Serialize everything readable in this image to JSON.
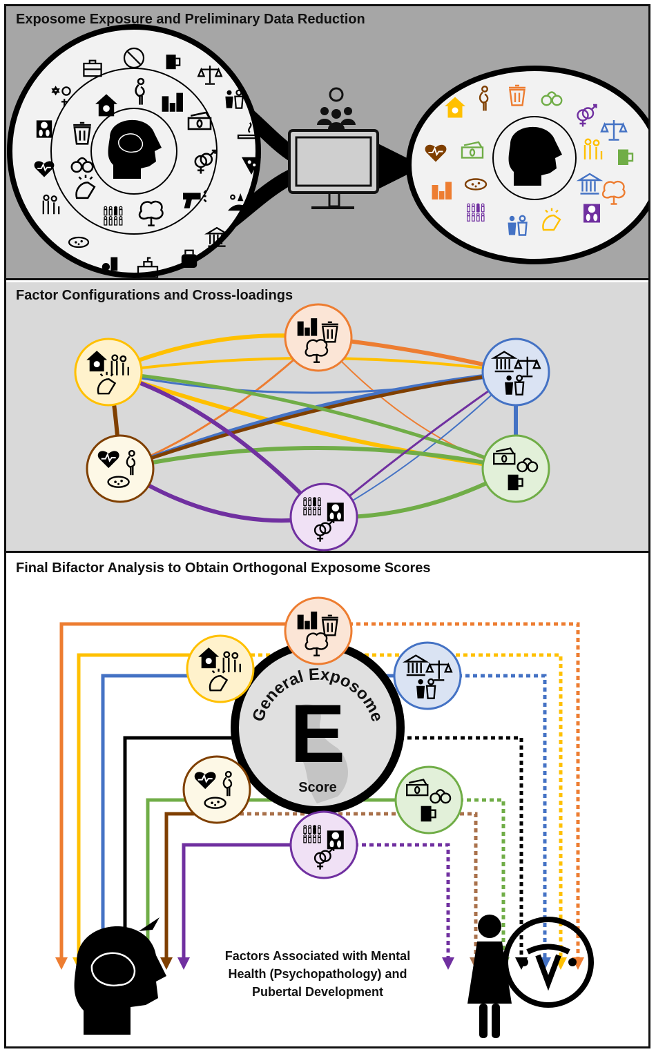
{
  "panels": [
    {
      "title": "Exposome Exposure and Preliminary Data Reduction"
    },
    {
      "title": "Factor Configurations and Cross-loadings"
    },
    {
      "title": "Final Bifactor Analysis to Obtain Orthogonal Exposome Scores"
    }
  ],
  "general_factor": {
    "arc_text": "General Exposome",
    "letter": "E",
    "sub_text": "Score"
  },
  "outcome_caption": [
    "Factors Associated with Mental",
    "Health (Psychopathology) and",
    "Pubertal Development"
  ],
  "colors": {
    "household": "#ffc000",
    "neighborhood": "#ed7d31",
    "school_law": "#4472c4",
    "health": "#7f3f00",
    "money_substance": "#70ad47",
    "social_identity": "#7030a0",
    "general": "#000000",
    "dotted_brown": "#a9714b"
  },
  "factors": [
    {
      "id": "household",
      "fill": "#fff2cc",
      "icons": [
        "home-heart-icon",
        "family-icon",
        "clapping-hands-icon"
      ]
    },
    {
      "id": "neighborhood",
      "fill": "#fbe5d6",
      "icons": [
        "buildings-icon",
        "trash-can-icon",
        "tree-icon"
      ]
    },
    {
      "id": "school_law",
      "fill": "#dae3f3",
      "icons": [
        "courthouse-icon",
        "scales-icon",
        "podium-icon"
      ]
    },
    {
      "id": "health",
      "fill": "#fdf8e6",
      "icons": [
        "heart-pulse-icon",
        "pregnant-woman-icon",
        "bacteria-icon"
      ]
    },
    {
      "id": "money_substance",
      "fill": "#e2f0d9",
      "icons": [
        "money-icon",
        "handcuffs-icon",
        "beer-mug-icon"
      ]
    },
    {
      "id": "social_identity",
      "fill": "#f0e1f5",
      "icons": [
        "population-icon",
        "weight-scale-icon",
        "gender-symbol-icon"
      ]
    }
  ],
  "step1_icons": [
    "briefcase-icon",
    "no-walking-icon",
    "beer-mug-icon",
    "scales-icon",
    "podium-icon",
    "cigarette-icon",
    "pizza-icon",
    "landscape-icon",
    "courthouse-icon",
    "backpack-icon",
    "school-icon",
    "fruit-icon",
    "bacteria-icon",
    "family-icon",
    "heart-pulse-icon",
    "weight-scale-icon",
    "religion-icon",
    "home-heart-icon",
    "pregnant-woman-icon",
    "buildings-icon",
    "money-icon",
    "gender-symbol-icon",
    "water-gun-icon",
    "tree-icon",
    "population-icon",
    "clapping-hands-icon",
    "handcuffs-icon",
    "trash-can-icon"
  ],
  "team_icon": "team-idea-icon",
  "computer_icon": "computer-monitor-icon"
}
